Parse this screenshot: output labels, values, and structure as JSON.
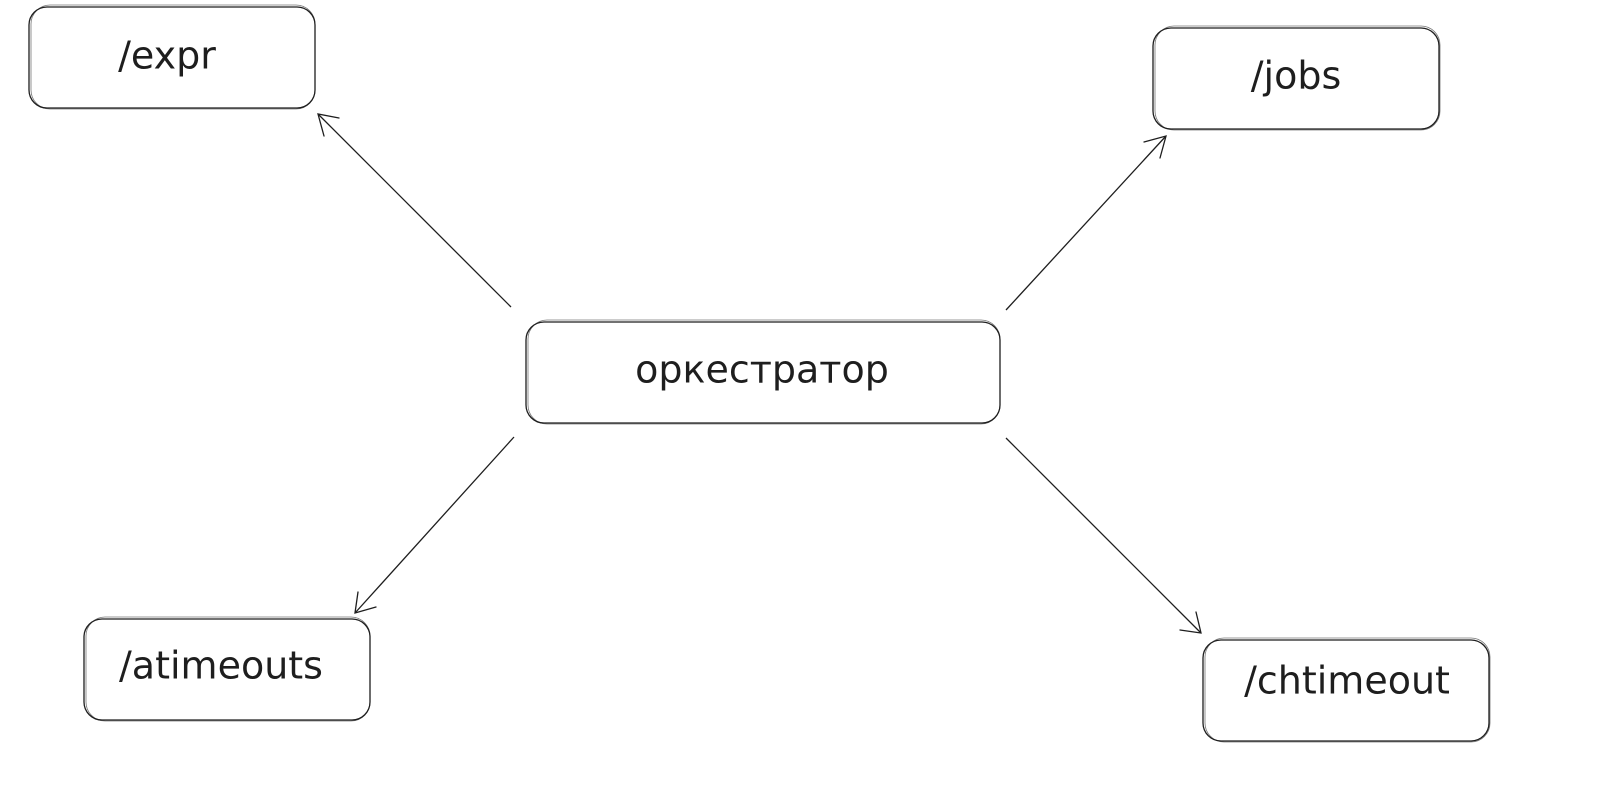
{
  "diagram": {
    "nodes": [
      {
        "id": "center",
        "label": "оркестратор"
      },
      {
        "id": "expr",
        "label": "/expr"
      },
      {
        "id": "jobs",
        "label": "/jobs"
      },
      {
        "id": "atimeouts",
        "label": "/atimeouts"
      },
      {
        "id": "chtimeout",
        "label": "/chtimeout"
      }
    ],
    "edges": [
      {
        "from": "center",
        "to": "expr"
      },
      {
        "from": "center",
        "to": "jobs"
      },
      {
        "from": "center",
        "to": "atimeouts"
      },
      {
        "from": "center",
        "to": "chtimeout"
      }
    ]
  }
}
